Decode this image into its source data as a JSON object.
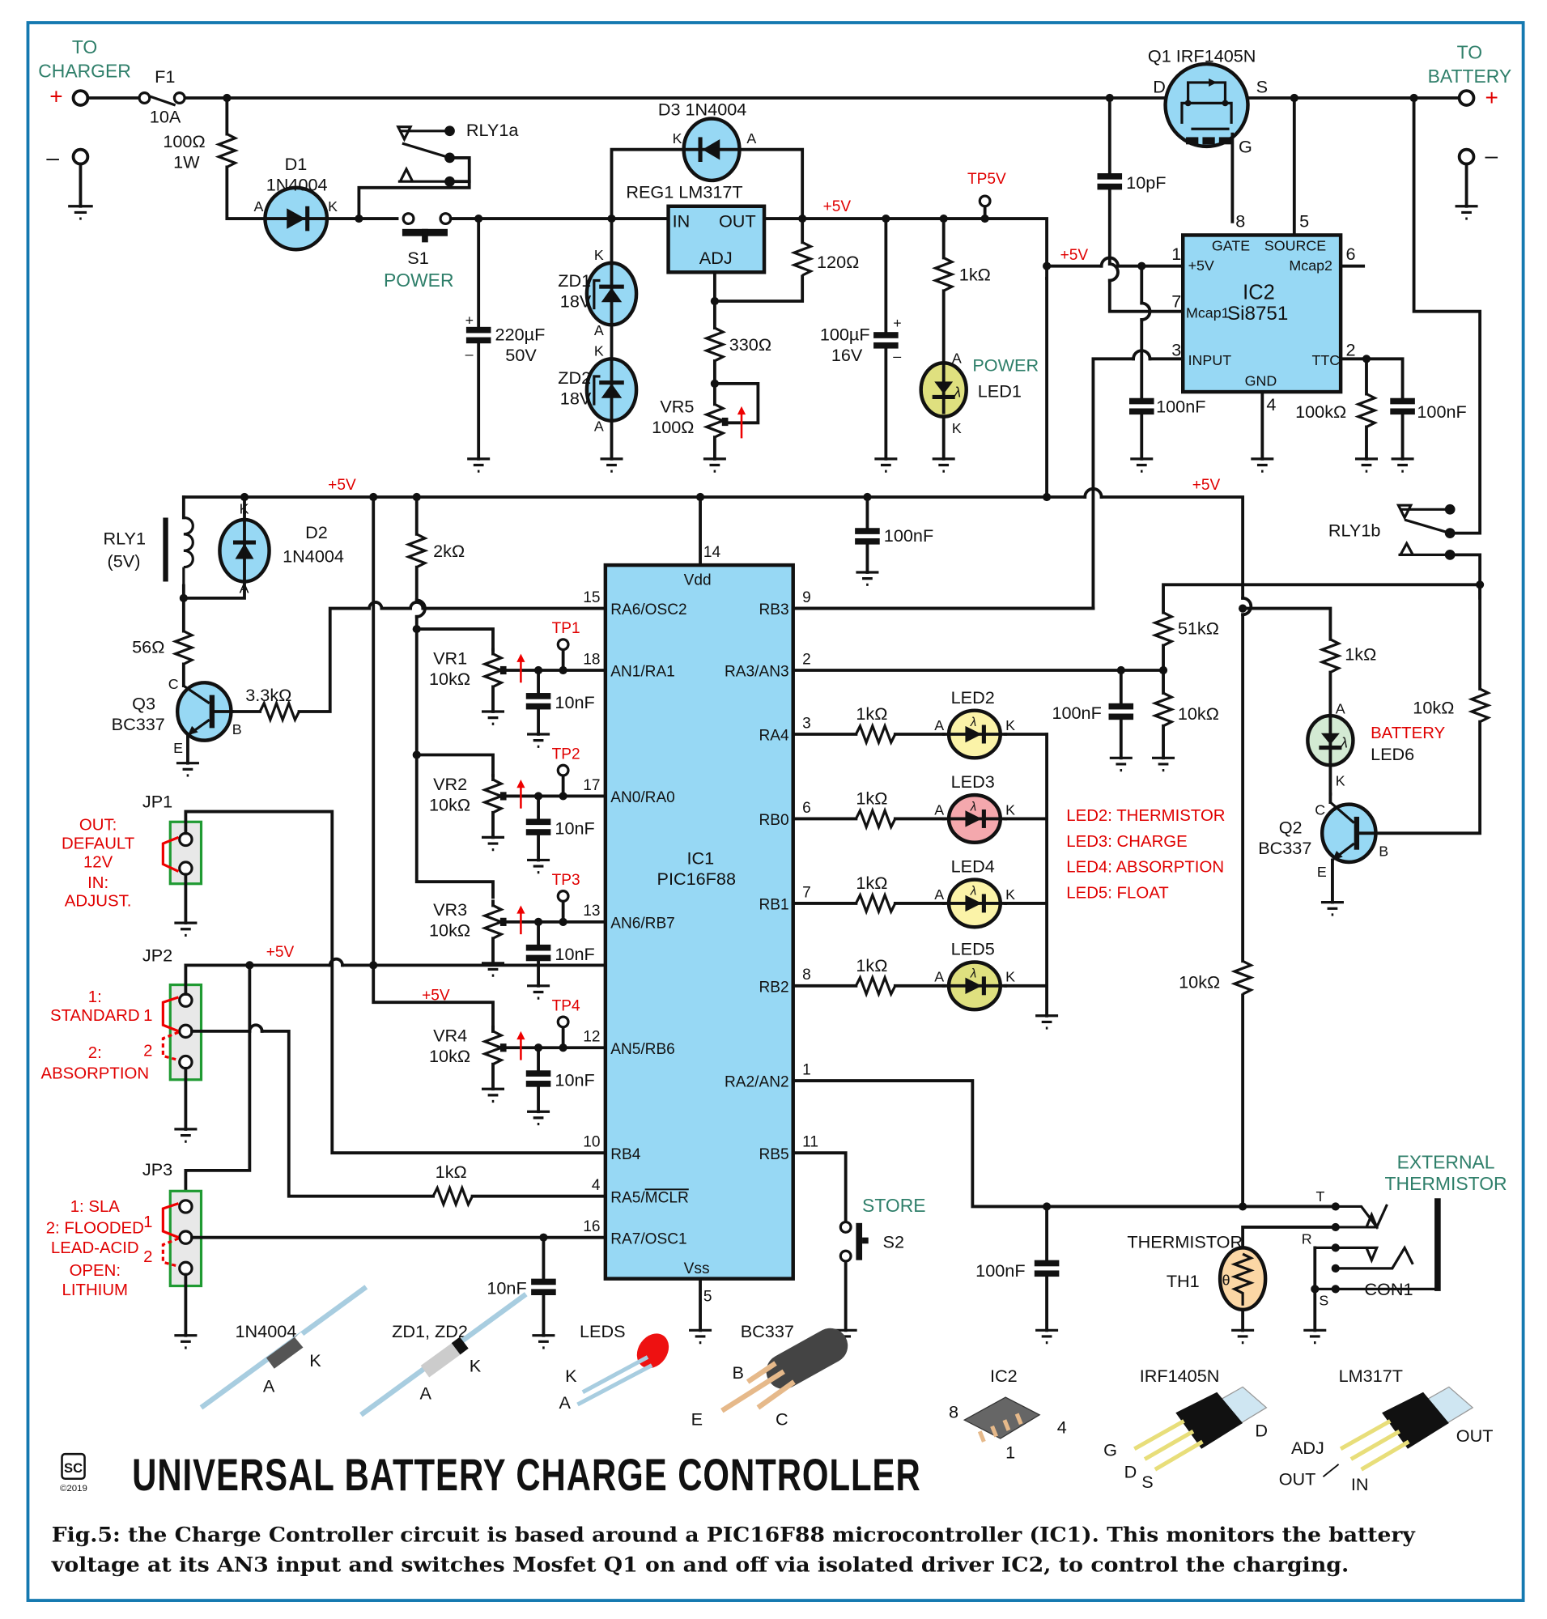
{
  "figure": {
    "title": "UNIVERSAL BATTERY CHARGE CONTROLLER",
    "logo": "SC",
    "copyright": "©2019",
    "caption_line1": "Fig.5: the Charge Controller circuit is based around a PIC16F88 microcontroller (IC1). This monitors the battery",
    "caption_line2": "voltage at its AN3 input and switches Mosfet Q1 on and off via isolated driver IC2, to control the charging.",
    "colors": {
      "frame": "#1579b0",
      "ic_fill": "#97d8f4",
      "wire": "#111111",
      "red_label": "#e00000",
      "green_label": "#2f7f6a",
      "jumper_border": "#1f9a32"
    }
  },
  "terminals": {
    "charger_label_1": "TO",
    "charger_label_2": "CHARGER",
    "battery_label_1": "TO",
    "battery_label_2": "BATTERY",
    "plus": "+",
    "minus": "–"
  },
  "components": {
    "F1": {
      "ref": "F1",
      "value": "10A"
    },
    "R_100": {
      "value": "100Ω",
      "rating": "1W"
    },
    "D1": {
      "ref": "D1",
      "value": "1N4004",
      "a": "A",
      "k": "K"
    },
    "S1": {
      "ref": "S1",
      "function": "POWER"
    },
    "RLY1a": {
      "ref": "RLY1a"
    },
    "C220": {
      "value": "220µF",
      "rating": "50V",
      "plus": "+",
      "minus": "–"
    },
    "D3": {
      "ref": "D3 1N4004",
      "a": "A",
      "k": "K"
    },
    "REG1": {
      "ref": "REG1 LM317T",
      "in": "IN",
      "out": "OUT",
      "adj": "ADJ"
    },
    "ZD1": {
      "ref": "ZD1",
      "value": "18V",
      "a": "A",
      "k": "K"
    },
    "ZD2": {
      "ref": "ZD2",
      "value": "18V",
      "a": "A",
      "k": "K"
    },
    "R120": {
      "value": "120Ω"
    },
    "R330": {
      "value": "330Ω"
    },
    "VR5": {
      "ref": "VR5",
      "value": "100Ω"
    },
    "C100u": {
      "value": "100µF",
      "rating": "16V",
      "plus": "+",
      "minus": "–"
    },
    "R1k_power": {
      "value": "1kΩ"
    },
    "LED1": {
      "ref": "LED1",
      "function": "POWER",
      "a": "A",
      "k": "K"
    },
    "TP5V": {
      "label": "TP5V"
    },
    "rail_5v": "+5V",
    "Q1": {
      "ref": "Q1 IRF1405N",
      "d": "D",
      "s": "S",
      "g": "G"
    },
    "C10p": {
      "value": "10pF"
    },
    "IC2": {
      "ref": "IC2",
      "part": "Si8751",
      "pins": {
        "p1": "1",
        "p1_name": "+5V",
        "p7": "7",
        "p7_name": "Mcap1",
        "p3": "3",
        "p3_name": "INPUT",
        "p8": "8",
        "p8_name": "GATE",
        "p5": "5",
        "p5_name": "SOURCE",
        "p6": "6",
        "p6_name": "Mcap2",
        "p2": "2",
        "p2_name": "TTC",
        "p4": "4",
        "p4_name": "GND"
      }
    },
    "C100n_ic2_in": {
      "value": "100nF"
    },
    "R100k": {
      "value": "100kΩ"
    },
    "C100n_ttc": {
      "value": "100nF"
    },
    "RLY1": {
      "ref": "RLY1",
      "value": "(5V)"
    },
    "D2": {
      "ref": "D2",
      "value": "1N4004",
      "a": "A",
      "k": "K"
    },
    "R2k": {
      "value": "2kΩ"
    },
    "R56": {
      "value": "56Ω"
    },
    "Q3": {
      "ref": "Q3",
      "value": "BC337",
      "c": "C",
      "b": "B",
      "e": "E"
    },
    "R3k3": {
      "value": "3.3kΩ"
    },
    "C100n_vdd": {
      "value": "100nF"
    },
    "RLY1b": {
      "ref": "RLY1b"
    },
    "VR1": {
      "ref": "VR1",
      "value": "10kΩ",
      "tp": "TP1",
      "cap": "10nF"
    },
    "VR2": {
      "ref": "VR2",
      "value": "10kΩ",
      "tp": "TP2",
      "cap": "10nF"
    },
    "VR3": {
      "ref": "VR3",
      "value": "10kΩ",
      "tp": "TP3",
      "cap": "10nF"
    },
    "VR4": {
      "ref": "VR4",
      "value": "10kΩ",
      "tp": "TP4",
      "cap": "10nF"
    },
    "IC1": {
      "ref": "IC1",
      "part": "PIC16F88",
      "vdd": "Vdd",
      "vss": "Vss",
      "vdd_pin": "14",
      "vss_pin": "5",
      "left_pins": [
        {
          "num": "15",
          "name": "RA6/OSC2"
        },
        {
          "num": "18",
          "name": "AN1/RA1"
        },
        {
          "num": "17",
          "name": "AN0/RA0"
        },
        {
          "num": "13",
          "name": "AN6/RB7"
        },
        {
          "num": "12",
          "name": "AN5/RB6"
        },
        {
          "num": "10",
          "name": "RB4"
        },
        {
          "num": "4",
          "name": "RA5/",
          "name_over": "MCLR"
        },
        {
          "num": "16",
          "name": "RA7/OSC1"
        }
      ],
      "right_pins": [
        {
          "num": "9",
          "name": "RB3"
        },
        {
          "num": "2",
          "name": "RA3/AN3"
        },
        {
          "num": "3",
          "name": "RA4"
        },
        {
          "num": "6",
          "name": "RB0"
        },
        {
          "num": "7",
          "name": "RB1"
        },
        {
          "num": "8",
          "name": "RB2"
        },
        {
          "num": "1",
          "name": "RA2/AN2"
        },
        {
          "num": "11",
          "name": "RB5"
        }
      ]
    },
    "R51k": {
      "value": "51kΩ"
    },
    "R10k_div": {
      "value": "10kΩ"
    },
    "C100n_an3": {
      "value": "100nF"
    },
    "leds": [
      {
        "ref": "LED2",
        "res": "1kΩ",
        "fill": "#fbf3a8"
      },
      {
        "ref": "LED3",
        "res": "1kΩ",
        "fill": "#f4a8ad"
      },
      {
        "ref": "LED4",
        "res": "1kΩ",
        "fill": "#fbf3a8"
      },
      {
        "ref": "LED5",
        "res": "1kΩ",
        "fill": "#dfe07f"
      }
    ],
    "led_a": "A",
    "led_k": "K",
    "led_legend": [
      "LED2: THERMISTOR",
      "LED3: CHARGE",
      "LED4: ABSORPTION",
      "LED5: FLOAT"
    ],
    "R1k_batt": {
      "value": "1kΩ"
    },
    "LED6": {
      "ref": "LED6",
      "function": "BATTERY",
      "a": "A",
      "k": "K"
    },
    "R10k_q2": {
      "value": "10kΩ"
    },
    "Q2": {
      "ref": "Q2",
      "value": "BC337",
      "c": "C",
      "b": "B",
      "e": "E"
    },
    "R10k_th": {
      "value": "10kΩ"
    },
    "JP1": {
      "ref": "JP1",
      "notes": [
        "OUT:",
        "DEFAULT",
        "12V",
        "IN:",
        "ADJUST."
      ]
    },
    "JP2": {
      "ref": "JP2",
      "notes": [
        "1:",
        "STANDARD",
        "2:",
        "ABSORPTION"
      ],
      "pos1": "1",
      "pos2": "2"
    },
    "JP3": {
      "ref": "JP3",
      "notes": [
        "1: SLA",
        "2: FLOODED",
        "LEAD-ACID",
        "OPEN:",
        "LITHIUM"
      ],
      "pos1": "1",
      "pos2": "2"
    },
    "R1k_mclr": {
      "value": "1kΩ"
    },
    "C10n_osc1": {
      "value": "10nF"
    },
    "S2": {
      "ref": "S2",
      "function": "STORE"
    },
    "C100n_th": {
      "value": "100nF"
    },
    "TH1": {
      "ref": "TH1",
      "label": "THERMISTOR",
      "symbol": "θ"
    },
    "CON1": {
      "ref": "CON1",
      "function_1": "EXTERNAL",
      "function_2": "THERMISTOR",
      "t": "T",
      "r": "R",
      "s": "S"
    }
  },
  "packages": {
    "diode": {
      "name": "1N4004",
      "a": "A",
      "k": "K"
    },
    "zener": {
      "name": "ZD1, ZD2",
      "a": "A",
      "k": "K"
    },
    "led": {
      "name": "LEDS",
      "a": "A",
      "k": "K"
    },
    "bc337": {
      "name": "BC337",
      "b": "B",
      "e": "E",
      "c": "C"
    },
    "ic2": {
      "name": "IC2",
      "p8": "8",
      "p4": "4",
      "p1": "1"
    },
    "irf": {
      "name": "IRF1405N",
      "g": "G",
      "d1": "D",
      "s": "S",
      "d2": "D"
    },
    "lm317": {
      "name": "LM317T",
      "adj": "ADJ",
      "out1": "OUT",
      "in": "IN",
      "out2": "OUT"
    }
  }
}
